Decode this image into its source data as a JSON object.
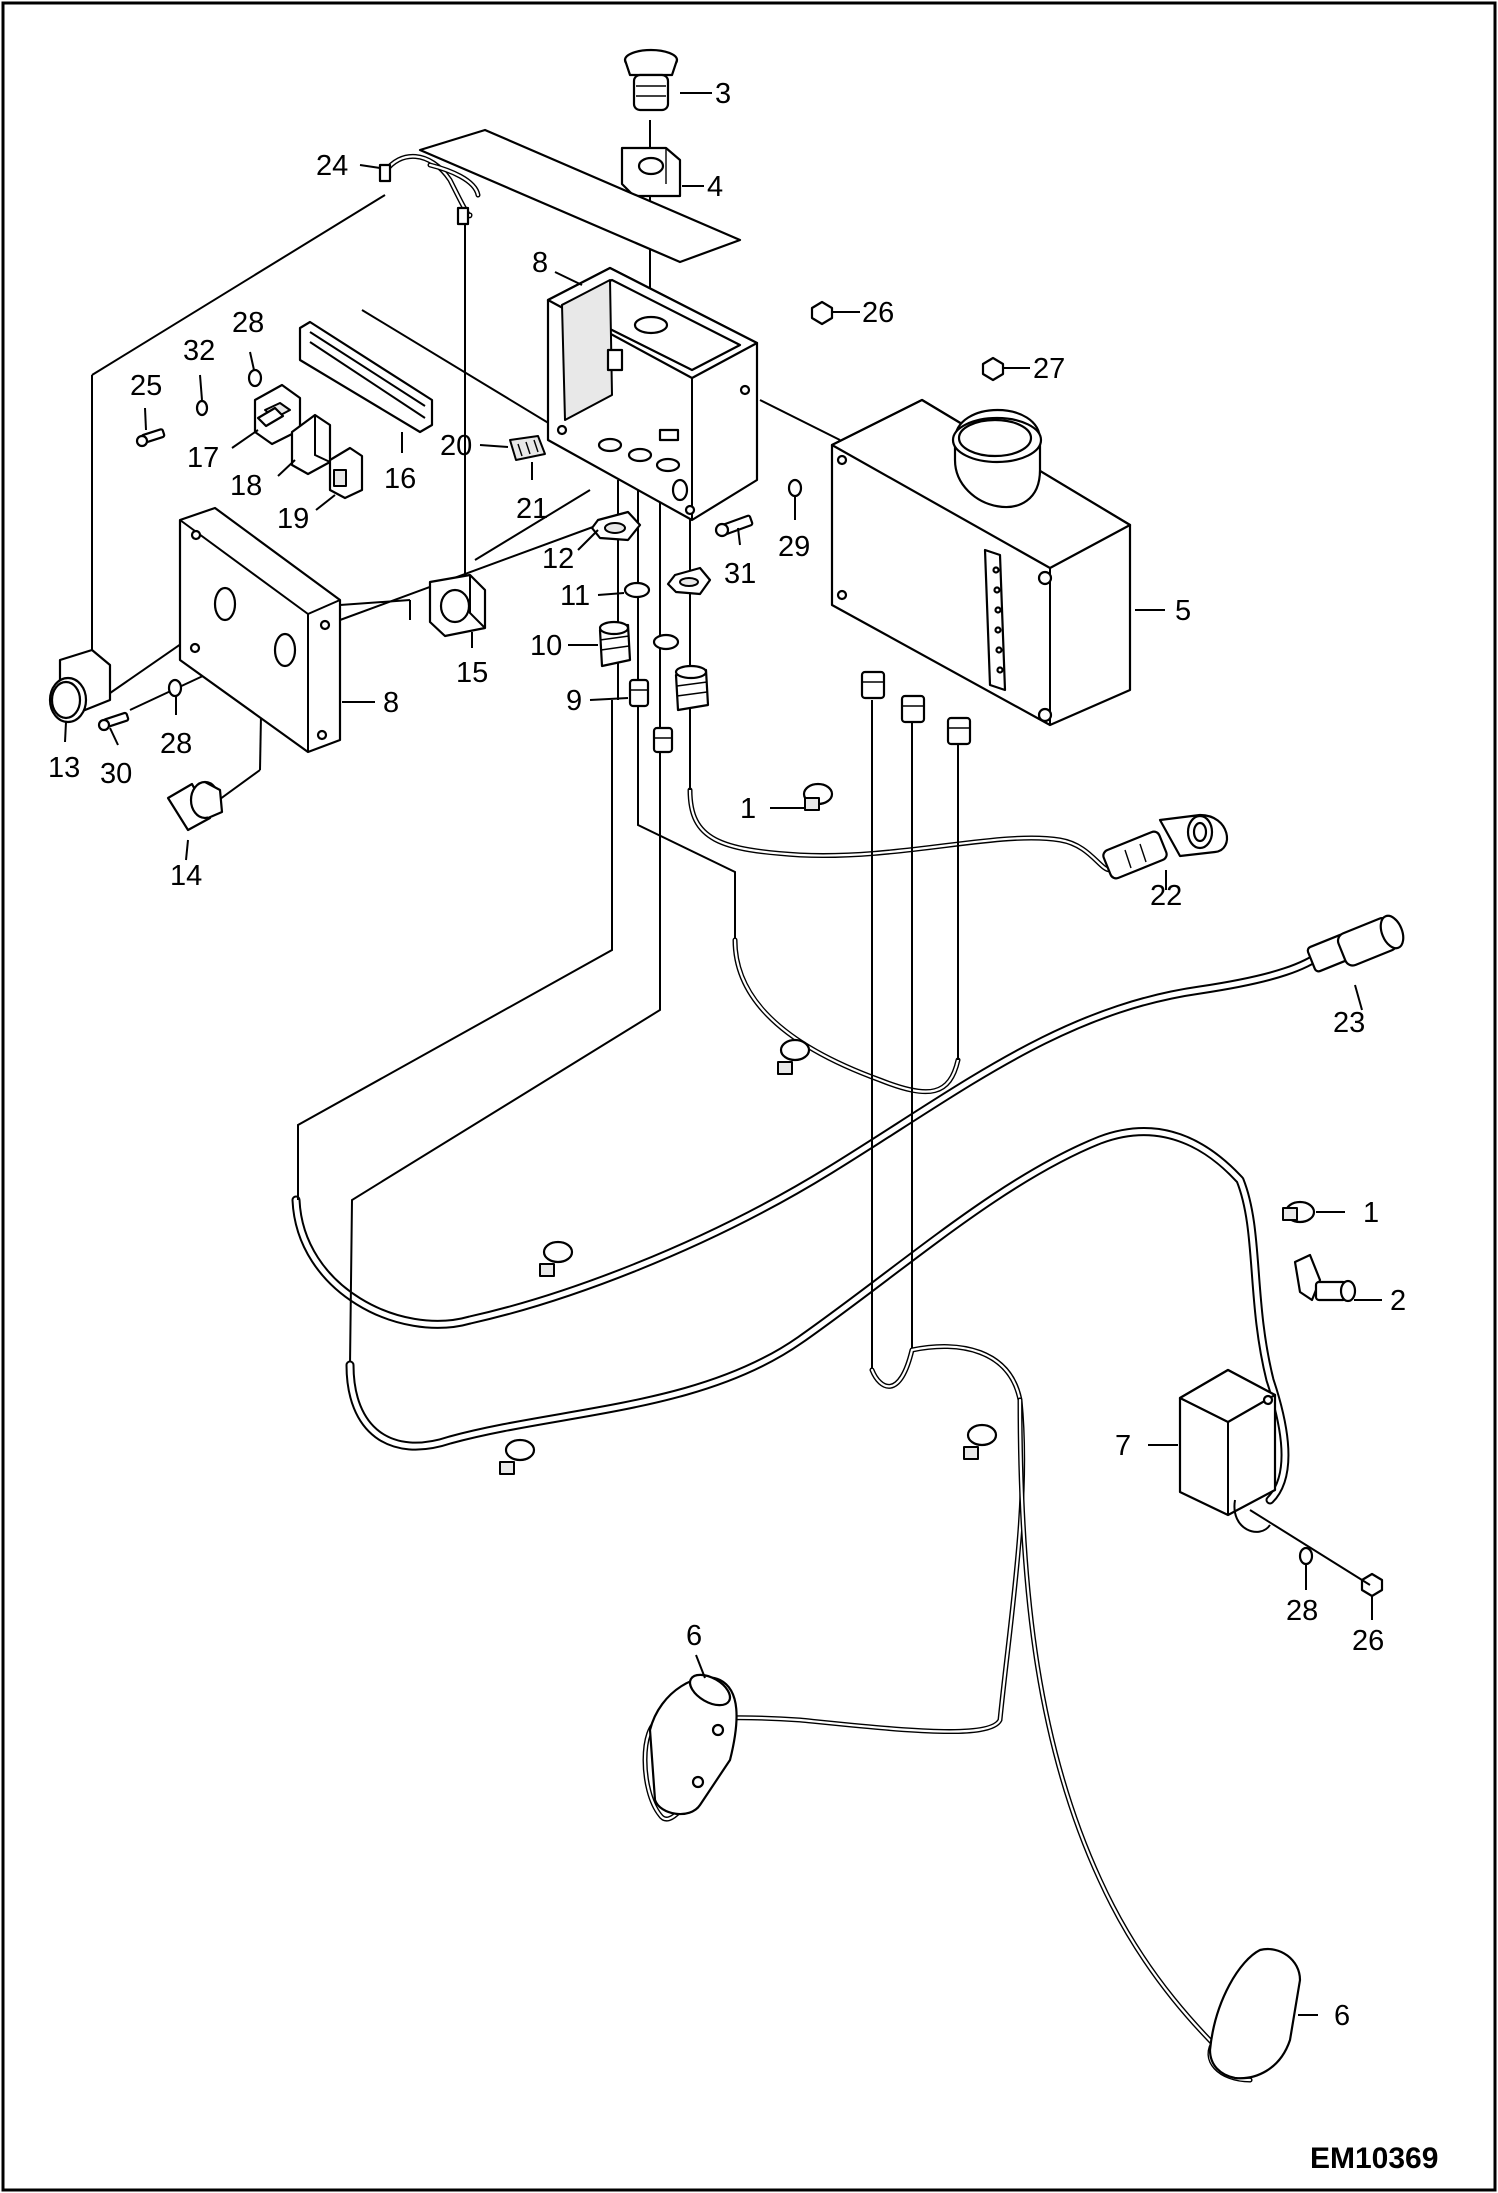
{
  "reference_code": "EM10369",
  "callouts": [
    {
      "id": "c3",
      "label": "3"
    },
    {
      "id": "c4",
      "label": "4"
    },
    {
      "id": "c24",
      "label": "24"
    },
    {
      "id": "c8a",
      "label": "8"
    },
    {
      "id": "c26a",
      "label": "26"
    },
    {
      "id": "c27",
      "label": "27"
    },
    {
      "id": "c28a",
      "label": "28"
    },
    {
      "id": "c32",
      "label": "32"
    },
    {
      "id": "c25",
      "label": "25"
    },
    {
      "id": "c17",
      "label": "17"
    },
    {
      "id": "c18",
      "label": "18"
    },
    {
      "id": "c16",
      "label": "16"
    },
    {
      "id": "c19",
      "label": "19"
    },
    {
      "id": "c20",
      "label": "20"
    },
    {
      "id": "c21",
      "label": "21"
    },
    {
      "id": "c12",
      "label": "12"
    },
    {
      "id": "c11",
      "label": "11"
    },
    {
      "id": "c10",
      "label": "10"
    },
    {
      "id": "c9",
      "label": "9"
    },
    {
      "id": "c31",
      "label": "31"
    },
    {
      "id": "c29",
      "label": "29"
    },
    {
      "id": "c5",
      "label": "5"
    },
    {
      "id": "c15",
      "label": "15"
    },
    {
      "id": "c8b",
      "label": "8"
    },
    {
      "id": "c13",
      "label": "13"
    },
    {
      "id": "c30",
      "label": "30"
    },
    {
      "id": "c28b",
      "label": "28"
    },
    {
      "id": "c14",
      "label": "14"
    },
    {
      "id": "c1a",
      "label": "1"
    },
    {
      "id": "c22",
      "label": "22"
    },
    {
      "id": "c23",
      "label": "23"
    },
    {
      "id": "c1b",
      "label": "1"
    },
    {
      "id": "c2",
      "label": "2"
    },
    {
      "id": "c7",
      "label": "7"
    },
    {
      "id": "c28c",
      "label": "28"
    },
    {
      "id": "c26b",
      "label": "26"
    },
    {
      "id": "c6a",
      "label": "6"
    },
    {
      "id": "c6b",
      "label": "6"
    }
  ]
}
